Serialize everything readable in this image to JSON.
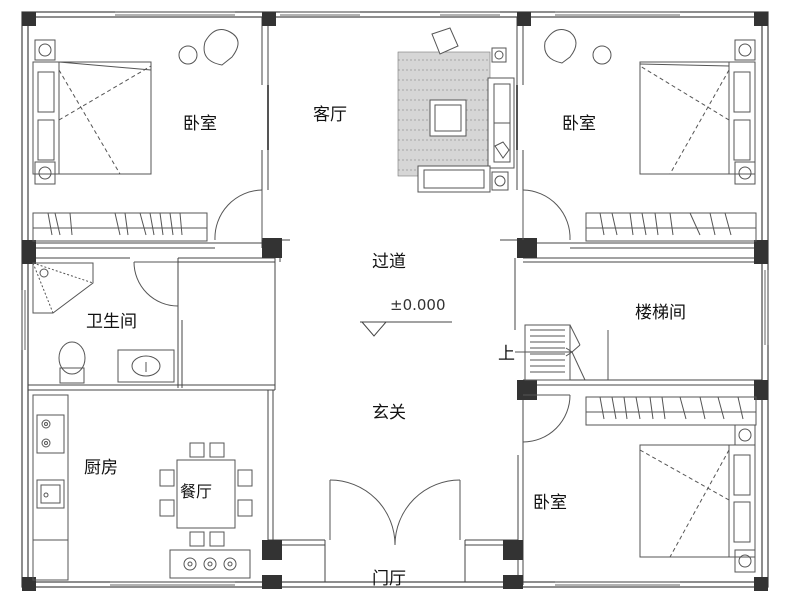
{
  "rooms": {
    "bedroom_nw": "卧室",
    "living_room": "客厅",
    "bedroom_ne": "卧室",
    "corridor": "过道",
    "bathroom": "卫生间",
    "stairwell": "楼梯间",
    "up_mark": "上",
    "foyer": "玄关",
    "kitchen": "厨房",
    "dining": "餐厅",
    "bedroom_se": "卧室",
    "entrance": "门厅"
  },
  "level_mark": "±0.000",
  "colors": {
    "wall": "#3a3a3a",
    "line": "#555555",
    "hatch": "#777777",
    "fill": "#ffffff"
  },
  "icons": [
    "bed-icon",
    "armchair-icon",
    "sofa-icon",
    "rug-icon",
    "coffee-table-icon",
    "dining-table-icon",
    "chair-icon",
    "stove-icon",
    "sink-icon",
    "toilet-icon",
    "washbasin-icon",
    "shower-icon",
    "wardrobe-icon",
    "stairs-icon",
    "door-swing-icon",
    "window-icon",
    "plant-icon",
    "nightstand-icon"
  ]
}
